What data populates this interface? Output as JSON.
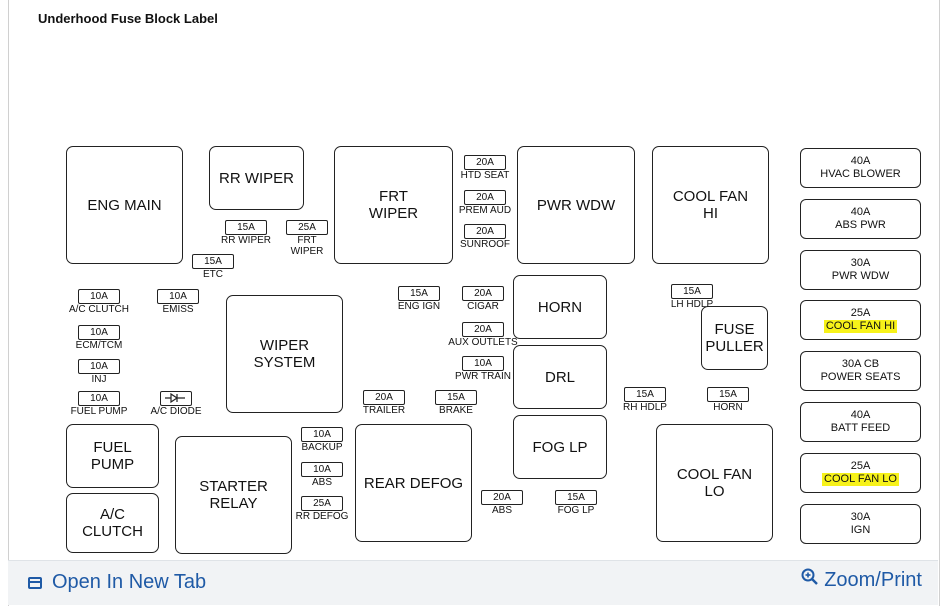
{
  "title": "Underhood Fuse Block Label",
  "large_blocks": [
    {
      "id": "eng-main",
      "label": "ENG MAIN"
    },
    {
      "id": "rr-wiper",
      "label": "RR WIPER"
    },
    {
      "id": "frt-wiper",
      "label": "FRT\nWIPER"
    },
    {
      "id": "pwr-wdw",
      "label": "PWR WDW"
    },
    {
      "id": "cool-fan-hi",
      "label": "COOL FAN\nHI"
    },
    {
      "id": "horn",
      "label": "HORN"
    },
    {
      "id": "drl",
      "label": "DRL"
    },
    {
      "id": "fog-lp",
      "label": "FOG LP"
    },
    {
      "id": "fuse-puller",
      "label": "FUSE\nPULLER"
    },
    {
      "id": "wiper-system",
      "label": "WIPER\nSYSTEM"
    },
    {
      "id": "fuel-pump",
      "label": "FUEL\nPUMP"
    },
    {
      "id": "starter-relay",
      "label": "STARTER\nRELAY"
    },
    {
      "id": "rear-defog",
      "label": "REAR DEFOG"
    },
    {
      "id": "cool-fan-lo",
      "label": "COOL FAN\nLO"
    },
    {
      "id": "ac-clutch",
      "label": "A/C\nCLUTCH"
    }
  ],
  "fuses": [
    {
      "id": "htd-seat",
      "amp": "20A",
      "label": "HTD SEAT"
    },
    {
      "id": "prem-aud",
      "amp": "20A",
      "label": "PREM AUD"
    },
    {
      "id": "sunroof",
      "amp": "20A",
      "label": "SUNROOF"
    },
    {
      "id": "rr-wiper-f",
      "amp": "15A",
      "label": "RR WIPER"
    },
    {
      "id": "frt-wiper-f",
      "amp": "25A",
      "label": "FRT\nWIPER"
    },
    {
      "id": "etc",
      "amp": "15A",
      "label": "ETC"
    },
    {
      "id": "ac-clutch-f",
      "amp": "10A",
      "label": "A/C CLUTCH"
    },
    {
      "id": "emiss",
      "amp": "10A",
      "label": "EMISS"
    },
    {
      "id": "ecm-tcm",
      "amp": "10A",
      "label": "ECM/TCM"
    },
    {
      "id": "inj",
      "amp": "10A",
      "label": "INJ"
    },
    {
      "id": "fuel-pump-f",
      "amp": "10A",
      "label": "FUEL PUMP"
    },
    {
      "id": "eng-ign",
      "amp": "15A",
      "label": "ENG IGN"
    },
    {
      "id": "cigar",
      "amp": "20A",
      "label": "CIGAR"
    },
    {
      "id": "aux-outlets",
      "amp": "20A",
      "label": "AUX OUTLETS"
    },
    {
      "id": "pwr-train",
      "amp": "10A",
      "label": "PWR TRAIN"
    },
    {
      "id": "trailer",
      "amp": "20A",
      "label": "TRAILER"
    },
    {
      "id": "brake",
      "amp": "15A",
      "label": "BRAKE"
    },
    {
      "id": "lh-hdlp",
      "amp": "15A",
      "label": "LH HDLP"
    },
    {
      "id": "rh-hdlp",
      "amp": "15A",
      "label": "RH HDLP"
    },
    {
      "id": "horn-f",
      "amp": "15A",
      "label": "HORN"
    },
    {
      "id": "backup",
      "amp": "10A",
      "label": "BACKUP"
    },
    {
      "id": "abs-1",
      "amp": "10A",
      "label": "ABS"
    },
    {
      "id": "rr-defog",
      "amp": "25A",
      "label": "RR DEFOG"
    },
    {
      "id": "abs-2",
      "amp": "20A",
      "label": "ABS"
    },
    {
      "id": "fog-lp-f",
      "amp": "15A",
      "label": "FOG LP"
    }
  ],
  "ac_diode_label": "A/C DIODE",
  "right_column": [
    {
      "amp": "40A",
      "label": "HVAC BLOWER",
      "highlight": false
    },
    {
      "amp": "40A",
      "label": "ABS PWR",
      "highlight": false
    },
    {
      "amp": "30A",
      "label": "PWR WDW",
      "highlight": false
    },
    {
      "amp": "25A",
      "label": "COOL FAN HI",
      "highlight": true
    },
    {
      "amp": "30A CB",
      "label": "POWER SEATS",
      "highlight": false
    },
    {
      "amp": "40A",
      "label": "BATT FEED",
      "highlight": false
    },
    {
      "amp": "25A",
      "label": "COOL FAN LO",
      "highlight": true
    },
    {
      "amp": "30A",
      "label": "IGN",
      "highlight": false
    }
  ],
  "footer": {
    "open_label": "Open In New Tab",
    "zoom_label": "Zoom/Print"
  },
  "colors": {
    "link": "#1f5aa6",
    "highlight": "#f7f21a"
  }
}
